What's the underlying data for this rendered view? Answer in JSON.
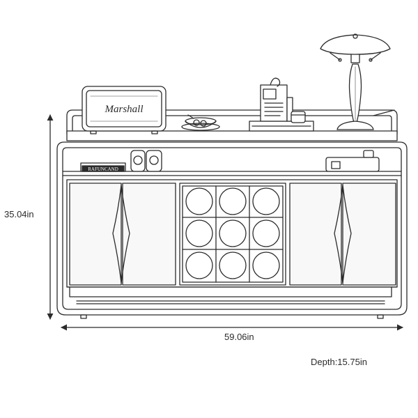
{
  "dimensions": {
    "height": "35.04in",
    "width": "59.06in",
    "depth": "Depth:15.75in"
  },
  "decor": {
    "speaker_brand": "Marshall",
    "box_label": "RAFUNCAND"
  },
  "colors": {
    "line": "#2b2b2b",
    "fill": "#ffffff"
  }
}
